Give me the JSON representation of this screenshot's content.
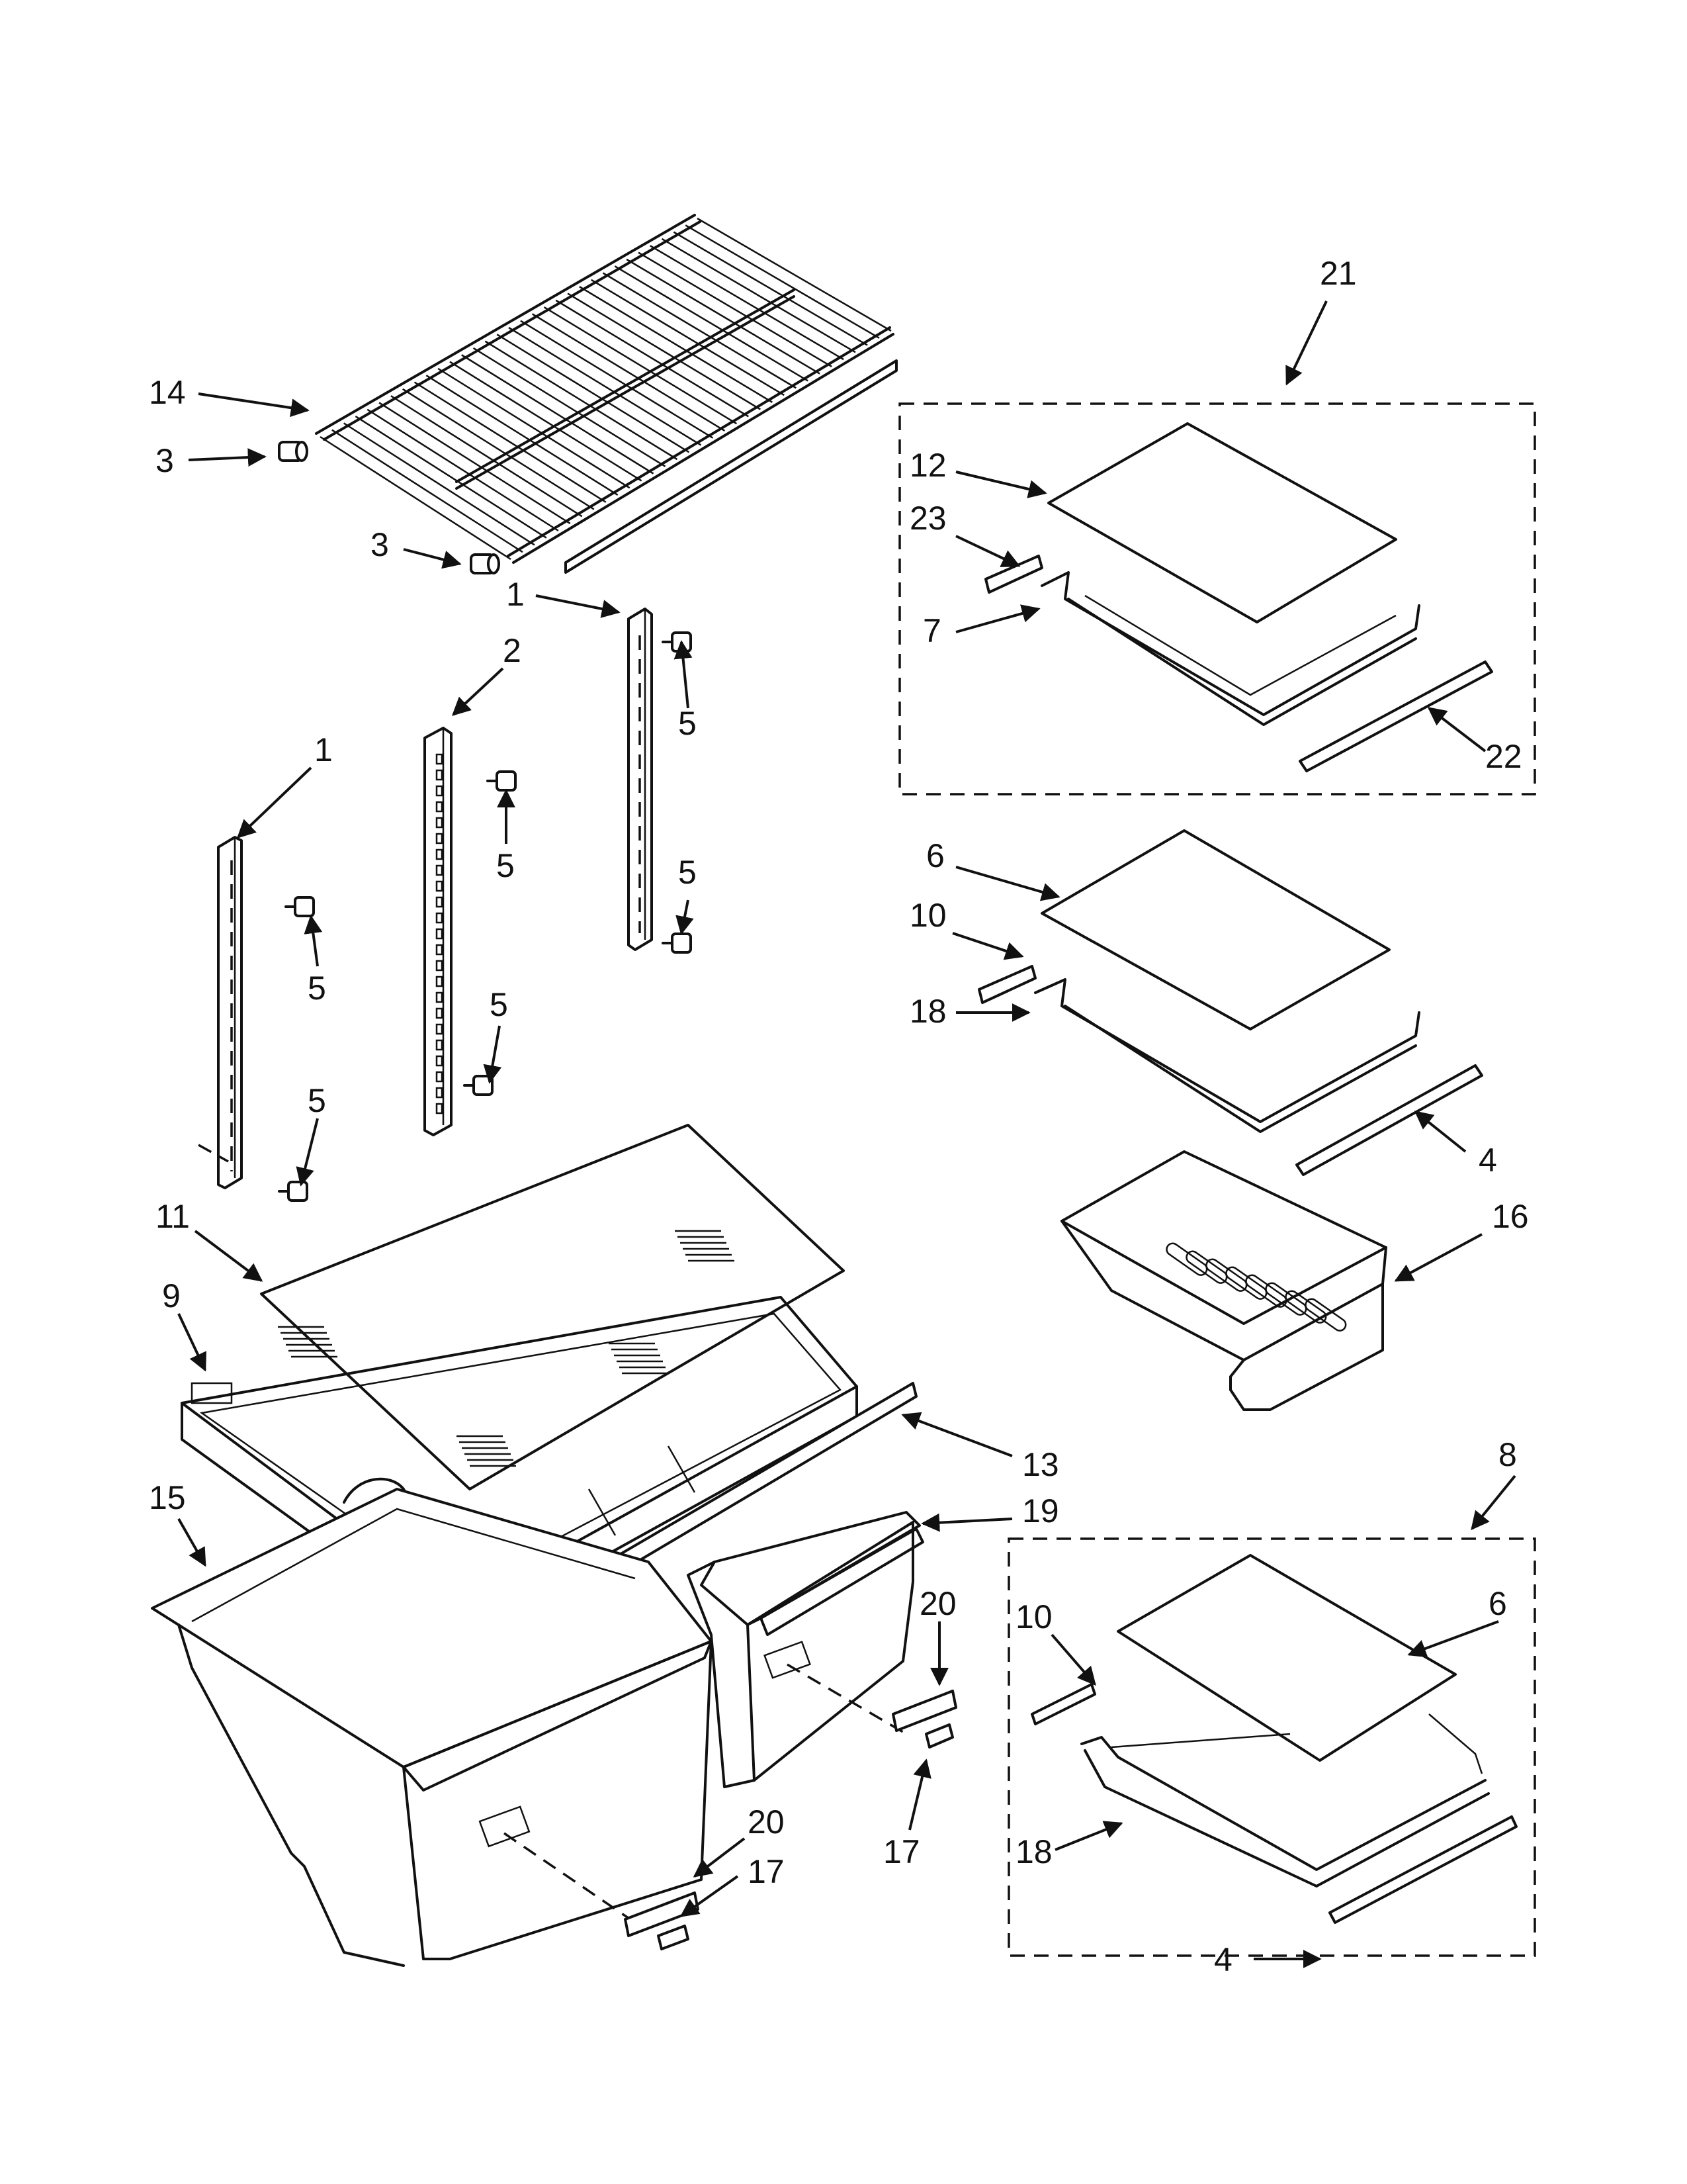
{
  "diagram": {
    "callouts": [
      {
        "id": "c14",
        "text": "14"
      },
      {
        "id": "c3a",
        "text": "3"
      },
      {
        "id": "c3b",
        "text": "3"
      },
      {
        "id": "c1a",
        "text": "1"
      },
      {
        "id": "c2",
        "text": "2"
      },
      {
        "id": "c1b",
        "text": "1"
      },
      {
        "id": "c5a",
        "text": "5"
      },
      {
        "id": "c5b",
        "text": "5"
      },
      {
        "id": "c5c",
        "text": "5"
      },
      {
        "id": "c5d",
        "text": "5"
      },
      {
        "id": "c5e",
        "text": "5"
      },
      {
        "id": "c5f",
        "text": "5"
      },
      {
        "id": "c11",
        "text": "11"
      },
      {
        "id": "c9",
        "text": "9"
      },
      {
        "id": "c15",
        "text": "15"
      },
      {
        "id": "c13",
        "text": "13"
      },
      {
        "id": "c19",
        "text": "19"
      },
      {
        "id": "c20a",
        "text": "20"
      },
      {
        "id": "c17a",
        "text": "17"
      },
      {
        "id": "c20b",
        "text": "20"
      },
      {
        "id": "c17b",
        "text": "17"
      },
      {
        "id": "c21",
        "text": "21"
      },
      {
        "id": "c12",
        "text": "12"
      },
      {
        "id": "c23",
        "text": "23"
      },
      {
        "id": "c7",
        "text": "7"
      },
      {
        "id": "c22",
        "text": "22"
      },
      {
        "id": "c6a",
        "text": "6"
      },
      {
        "id": "c10a",
        "text": "10"
      },
      {
        "id": "c18a",
        "text": "18"
      },
      {
        "id": "c4a",
        "text": "4"
      },
      {
        "id": "c16",
        "text": "16"
      },
      {
        "id": "c8",
        "text": "8"
      },
      {
        "id": "c10b",
        "text": "10"
      },
      {
        "id": "c6b",
        "text": "6"
      },
      {
        "id": "c18b",
        "text": "18"
      },
      {
        "id": "c4b",
        "text": "4"
      }
    ]
  }
}
